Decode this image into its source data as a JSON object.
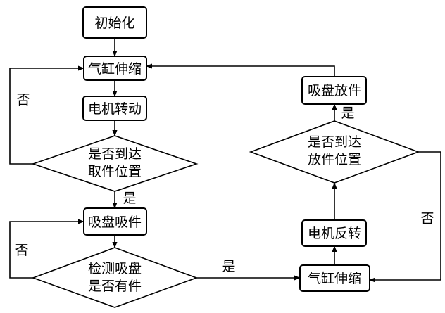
{
  "nodes": {
    "init": "初始化",
    "cylinder_top": "气缸伸缩",
    "motor_forward": "电机转动",
    "pick_check_line1": "是否到达",
    "pick_check_line2": "取件位置",
    "suction_pick": "吸盘吸件",
    "detect_line1": "检测吸盘",
    "detect_line2": "是否有件",
    "cylinder_bottom": "气缸伸缩",
    "motor_reverse": "电机反转",
    "place_check_line1": "是否到达",
    "place_check_line2": "放件位置",
    "suction_place": "吸盘放件"
  },
  "edge_labels": {
    "pick_no": "否",
    "pick_yes": "是",
    "detect_no": "否",
    "detect_yes": "是",
    "place_no": "否",
    "place_yes": "是"
  },
  "colors": {
    "stroke": "#000000",
    "background": "#ffffff"
  }
}
